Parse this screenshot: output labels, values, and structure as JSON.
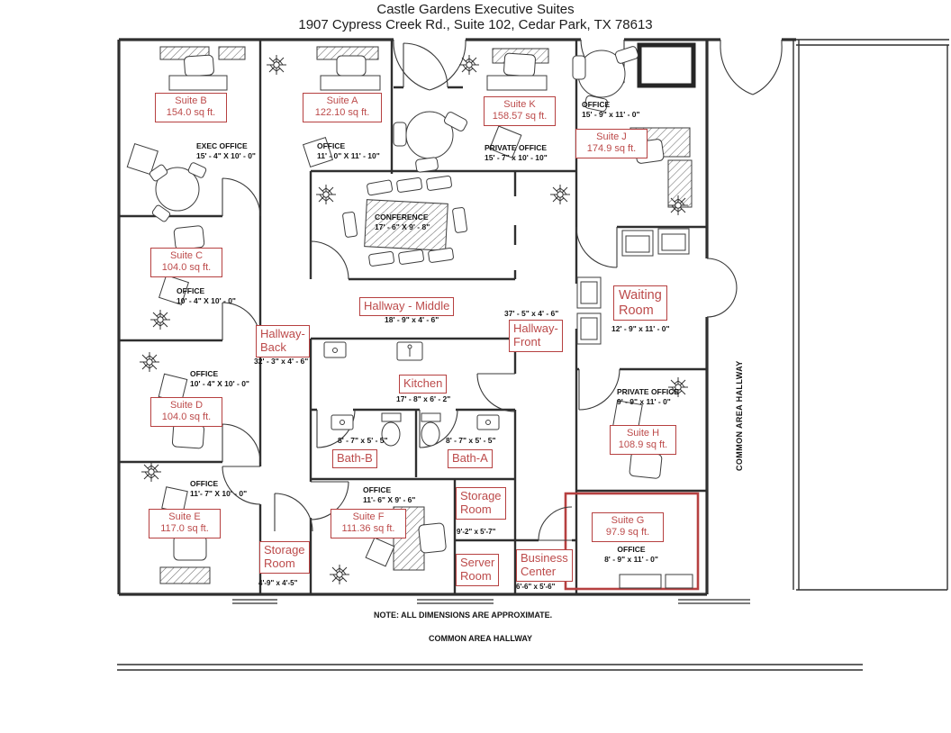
{
  "title": {
    "line1": "Castle Gardens Executive Suites",
    "line2": "1907 Cypress Creek Rd., Suite 102, Cedar Park, TX 78613"
  },
  "suites": {
    "b": {
      "name": "Suite B",
      "area": "154.0 sq ft."
    },
    "a": {
      "name": "Suite A",
      "area": "122.10 sq ft."
    },
    "k": {
      "name": "Suite K",
      "area": "158.57 sq ft."
    },
    "j": {
      "name": "Suite J",
      "area": "174.9 sq ft."
    },
    "c": {
      "name": "Suite C",
      "area": "104.0 sq ft."
    },
    "d": {
      "name": "Suite D",
      "area": "104.0 sq ft."
    },
    "e": {
      "name": "Suite E",
      "area": "117.0 sq ft."
    },
    "f": {
      "name": "Suite F",
      "area": "111.36 sq ft."
    },
    "g": {
      "name": "Suite G",
      "area": "97.9 sq ft."
    },
    "h": {
      "name": "Suite H",
      "area": "108.9 sq ft."
    }
  },
  "offices": {
    "exec_b": {
      "type": "EXEC OFFICE",
      "dims": "15' - 4\" X 10' - 0\""
    },
    "office_a": {
      "type": "OFFICE",
      "dims": "11' - 0\" X 11' - 10\""
    },
    "private_k": {
      "type": "PRIVATE OFFICE",
      "dims": "15' - 7\" x 10' - 10\""
    },
    "office_j": {
      "type": "OFFICE",
      "dims": "15' - 9\" x 11' - 0\""
    },
    "office_c": {
      "type": "OFFICE",
      "dims": "10' - 4\" X 10' - 0\""
    },
    "office_d": {
      "type": "OFFICE",
      "dims": "10' - 4\" X 10' - 0\""
    },
    "office_e": {
      "type": "OFFICE",
      "dims": "11'- 7\" X 10' - 0\""
    },
    "office_f": {
      "type": "OFFICE",
      "dims": "11'- 6\" X 9' - 6\""
    },
    "office_g": {
      "type": "OFFICE",
      "dims": "8' - 9\" x 11' - 0\""
    },
    "private_h": {
      "type": "PRIVATE OFFICE",
      "dims": "9' - 9\" x 11' - 0\""
    }
  },
  "rooms": {
    "conference": {
      "label": "CONFERENCE",
      "dims": "17' - 6\" X 9' - 8\""
    },
    "hallway_middle": {
      "label": "Hallway - Middle",
      "dims": "18' - 9\" x 4' - 6\""
    },
    "hallway_back": {
      "line1": "Hallway-",
      "line2": "Back",
      "dims": "32' - 3\" x 4' - 6\""
    },
    "hallway_front": {
      "line1": "Hallway-",
      "line2": "Front",
      "dims": "37' - 5\" x 4' - 6\""
    },
    "kitchen": {
      "label": "Kitchen",
      "dims": "17' - 8\" x 6' - 2\""
    },
    "bath_b": {
      "label": "Bath-B",
      "dims": "8' - 7\" x 5' - 5\""
    },
    "bath_a": {
      "label": "Bath-A",
      "dims": "8' - 7\" x 5' - 5\""
    },
    "waiting_room": {
      "line1": "Waiting",
      "line2": "Room",
      "dims": "12' - 9\" x 11' - 0\""
    },
    "storage_left": {
      "line1": "Storage",
      "line2": "Room",
      "dims": "4'-9\" x 4'-5\""
    },
    "storage_mid": {
      "line1": "Storage",
      "line2": "Room",
      "dims": "9'-2\" x 5'-7\""
    },
    "server_room": {
      "line1": "Server",
      "line2": "Room"
    },
    "business_center": {
      "line1": "Business",
      "line2": "Center",
      "dims": "6'-6\" x 5'-6\""
    }
  },
  "notes": {
    "dimensions_note": "NOTE:  ALL DIMENSIONS ARE APPROXIMATE.",
    "common_area_bottom": "COMMON AREA HALLWAY",
    "common_area_right": "COMMON AREA HALLWAY"
  },
  "colors": {
    "label_red": "#b64040",
    "wall": "#2f2f2f"
  }
}
